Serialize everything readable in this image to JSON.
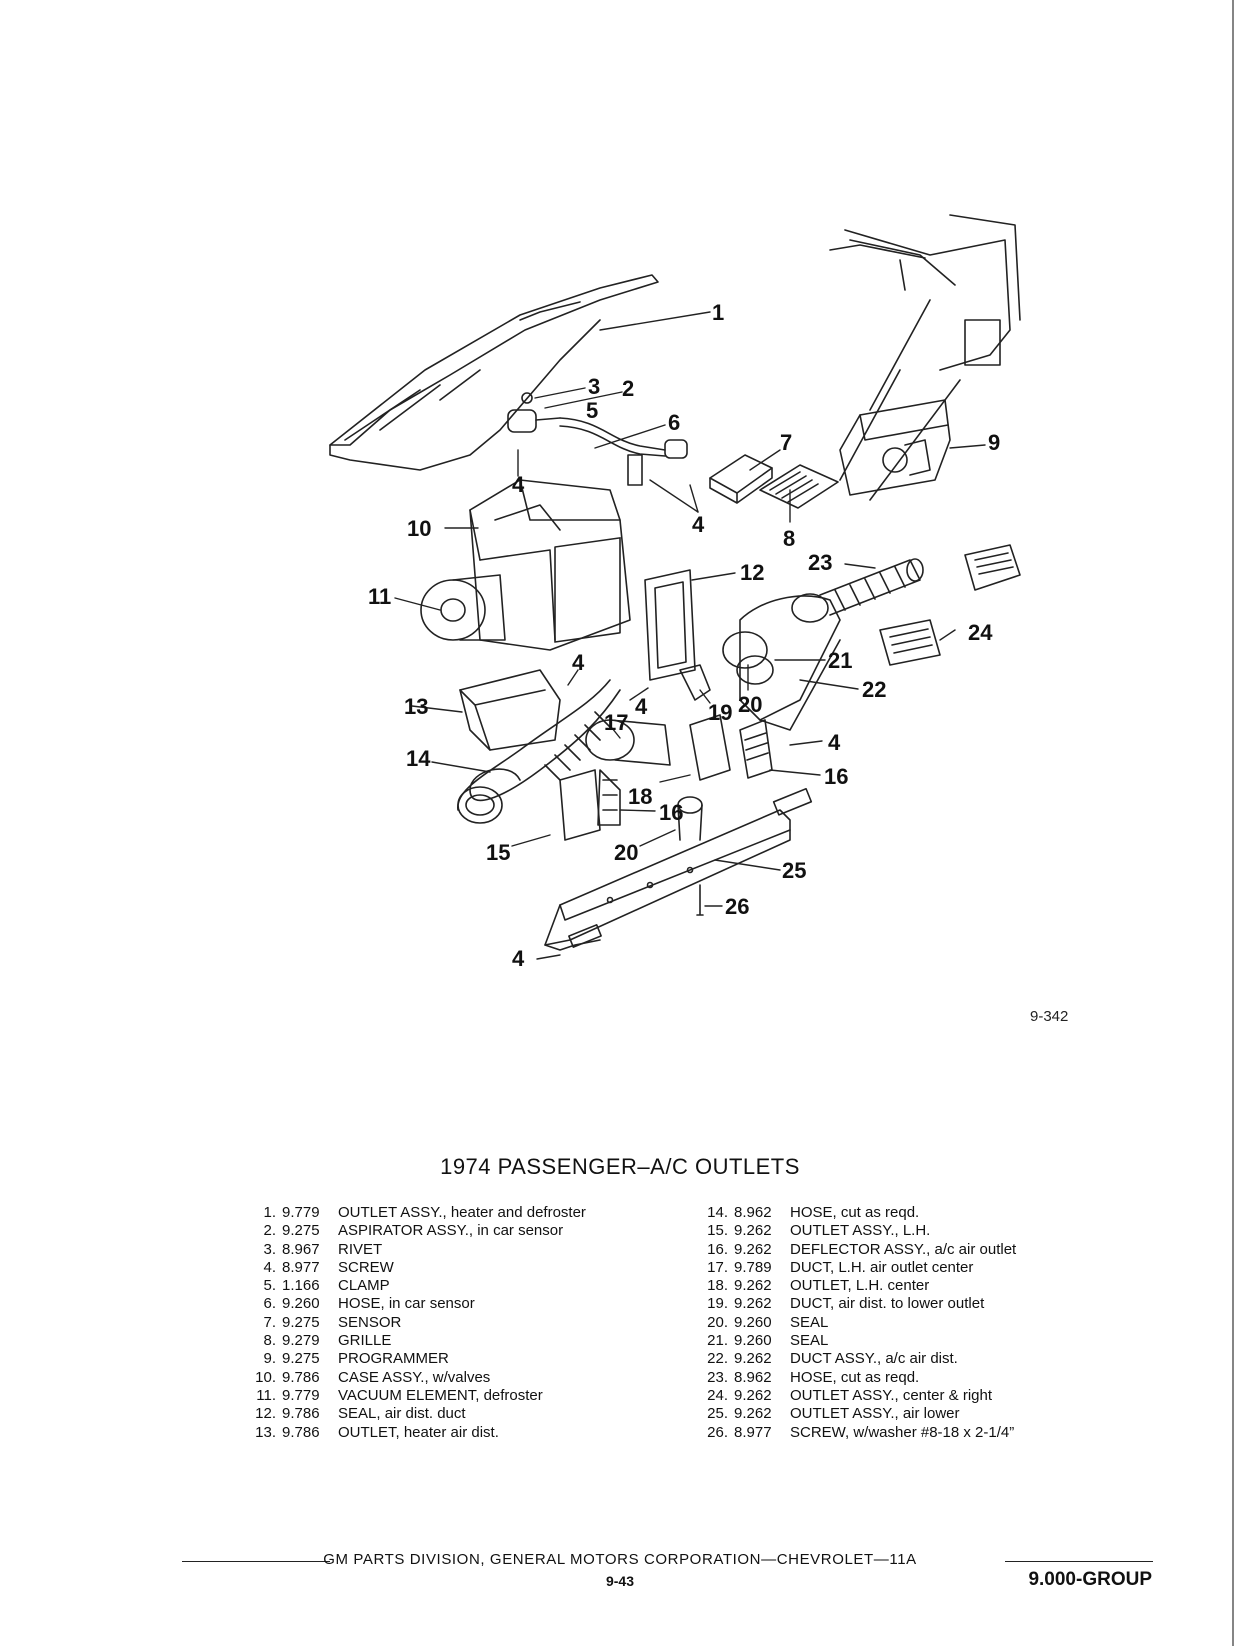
{
  "figure": {
    "number": "9-342",
    "callouts": [
      "1",
      "3",
      "2",
      "5",
      "6",
      "7",
      "9",
      "4",
      "4",
      "10",
      "8",
      "23",
      "12",
      "11",
      "24",
      "21",
      "4",
      "22",
      "13",
      "4",
      "19",
      "20",
      "17",
      "4",
      "14",
      "16",
      "18",
      "16",
      "15",
      "20",
      "25",
      "26",
      "4"
    ]
  },
  "title": "1974 PASSENGER–A/C OUTLETS",
  "parts_left": [
    {
      "num": "1.",
      "code": "9.779",
      "desc": "OUTLET ASSY., heater and defroster"
    },
    {
      "num": "2.",
      "code": "9.275",
      "desc": "ASPIRATOR ASSY., in car sensor"
    },
    {
      "num": "3.",
      "code": "8.967",
      "desc": "RIVET"
    },
    {
      "num": "4.",
      "code": "8.977",
      "desc": "SCREW"
    },
    {
      "num": "5.",
      "code": "1.166",
      "desc": "CLAMP"
    },
    {
      "num": "6.",
      "code": "9.260",
      "desc": "HOSE, in car sensor"
    },
    {
      "num": "7.",
      "code": "9.275",
      "desc": "SENSOR"
    },
    {
      "num": "8.",
      "code": "9.279",
      "desc": "GRILLE"
    },
    {
      "num": "9.",
      "code": "9.275",
      "desc": "PROGRAMMER"
    },
    {
      "num": "10.",
      "code": "9.786",
      "desc": "CASE ASSY., w/valves"
    },
    {
      "num": "11.",
      "code": "9.779",
      "desc": "VACUUM ELEMENT, defroster"
    },
    {
      "num": "12.",
      "code": "9.786",
      "desc": "SEAL, air dist. duct"
    },
    {
      "num": "13.",
      "code": "9.786",
      "desc": "OUTLET, heater air dist."
    }
  ],
  "parts_right": [
    {
      "num": "14.",
      "code": "8.962",
      "desc": "HOSE, cut as reqd."
    },
    {
      "num": "15.",
      "code": "9.262",
      "desc": "OUTLET ASSY., L.H."
    },
    {
      "num": "16.",
      "code": "9.262",
      "desc": "DEFLECTOR ASSY., a/c air outlet"
    },
    {
      "num": "17.",
      "code": "9.789",
      "desc": "DUCT, L.H. air outlet center"
    },
    {
      "num": "18.",
      "code": "9.262",
      "desc": "OUTLET, L.H. center"
    },
    {
      "num": "19.",
      "code": "9.262",
      "desc": "DUCT, air dist. to lower outlet"
    },
    {
      "num": "20.",
      "code": "9.260",
      "desc": "SEAL"
    },
    {
      "num": "21.",
      "code": "9.260",
      "desc": "SEAL"
    },
    {
      "num": "22.",
      "code": "9.262",
      "desc": "DUCT ASSY., a/c air dist."
    },
    {
      "num": "23.",
      "code": "8.962",
      "desc": "HOSE, cut as reqd."
    },
    {
      "num": "24.",
      "code": "9.262",
      "desc": "OUTLET ASSY., center & right"
    },
    {
      "num": "25.",
      "code": "9.262",
      "desc": "OUTLET ASSY., air lower"
    },
    {
      "num": "26.",
      "code": "8.977",
      "desc": "SCREW, w/washer #8-18 x 2-1/4”"
    }
  ],
  "footer": {
    "text": "GM PARTS DIVISION, GENERAL MOTORS CORPORATION—CHEVROLET—11A",
    "page": "9-43",
    "group": "9.000-GROUP"
  }
}
